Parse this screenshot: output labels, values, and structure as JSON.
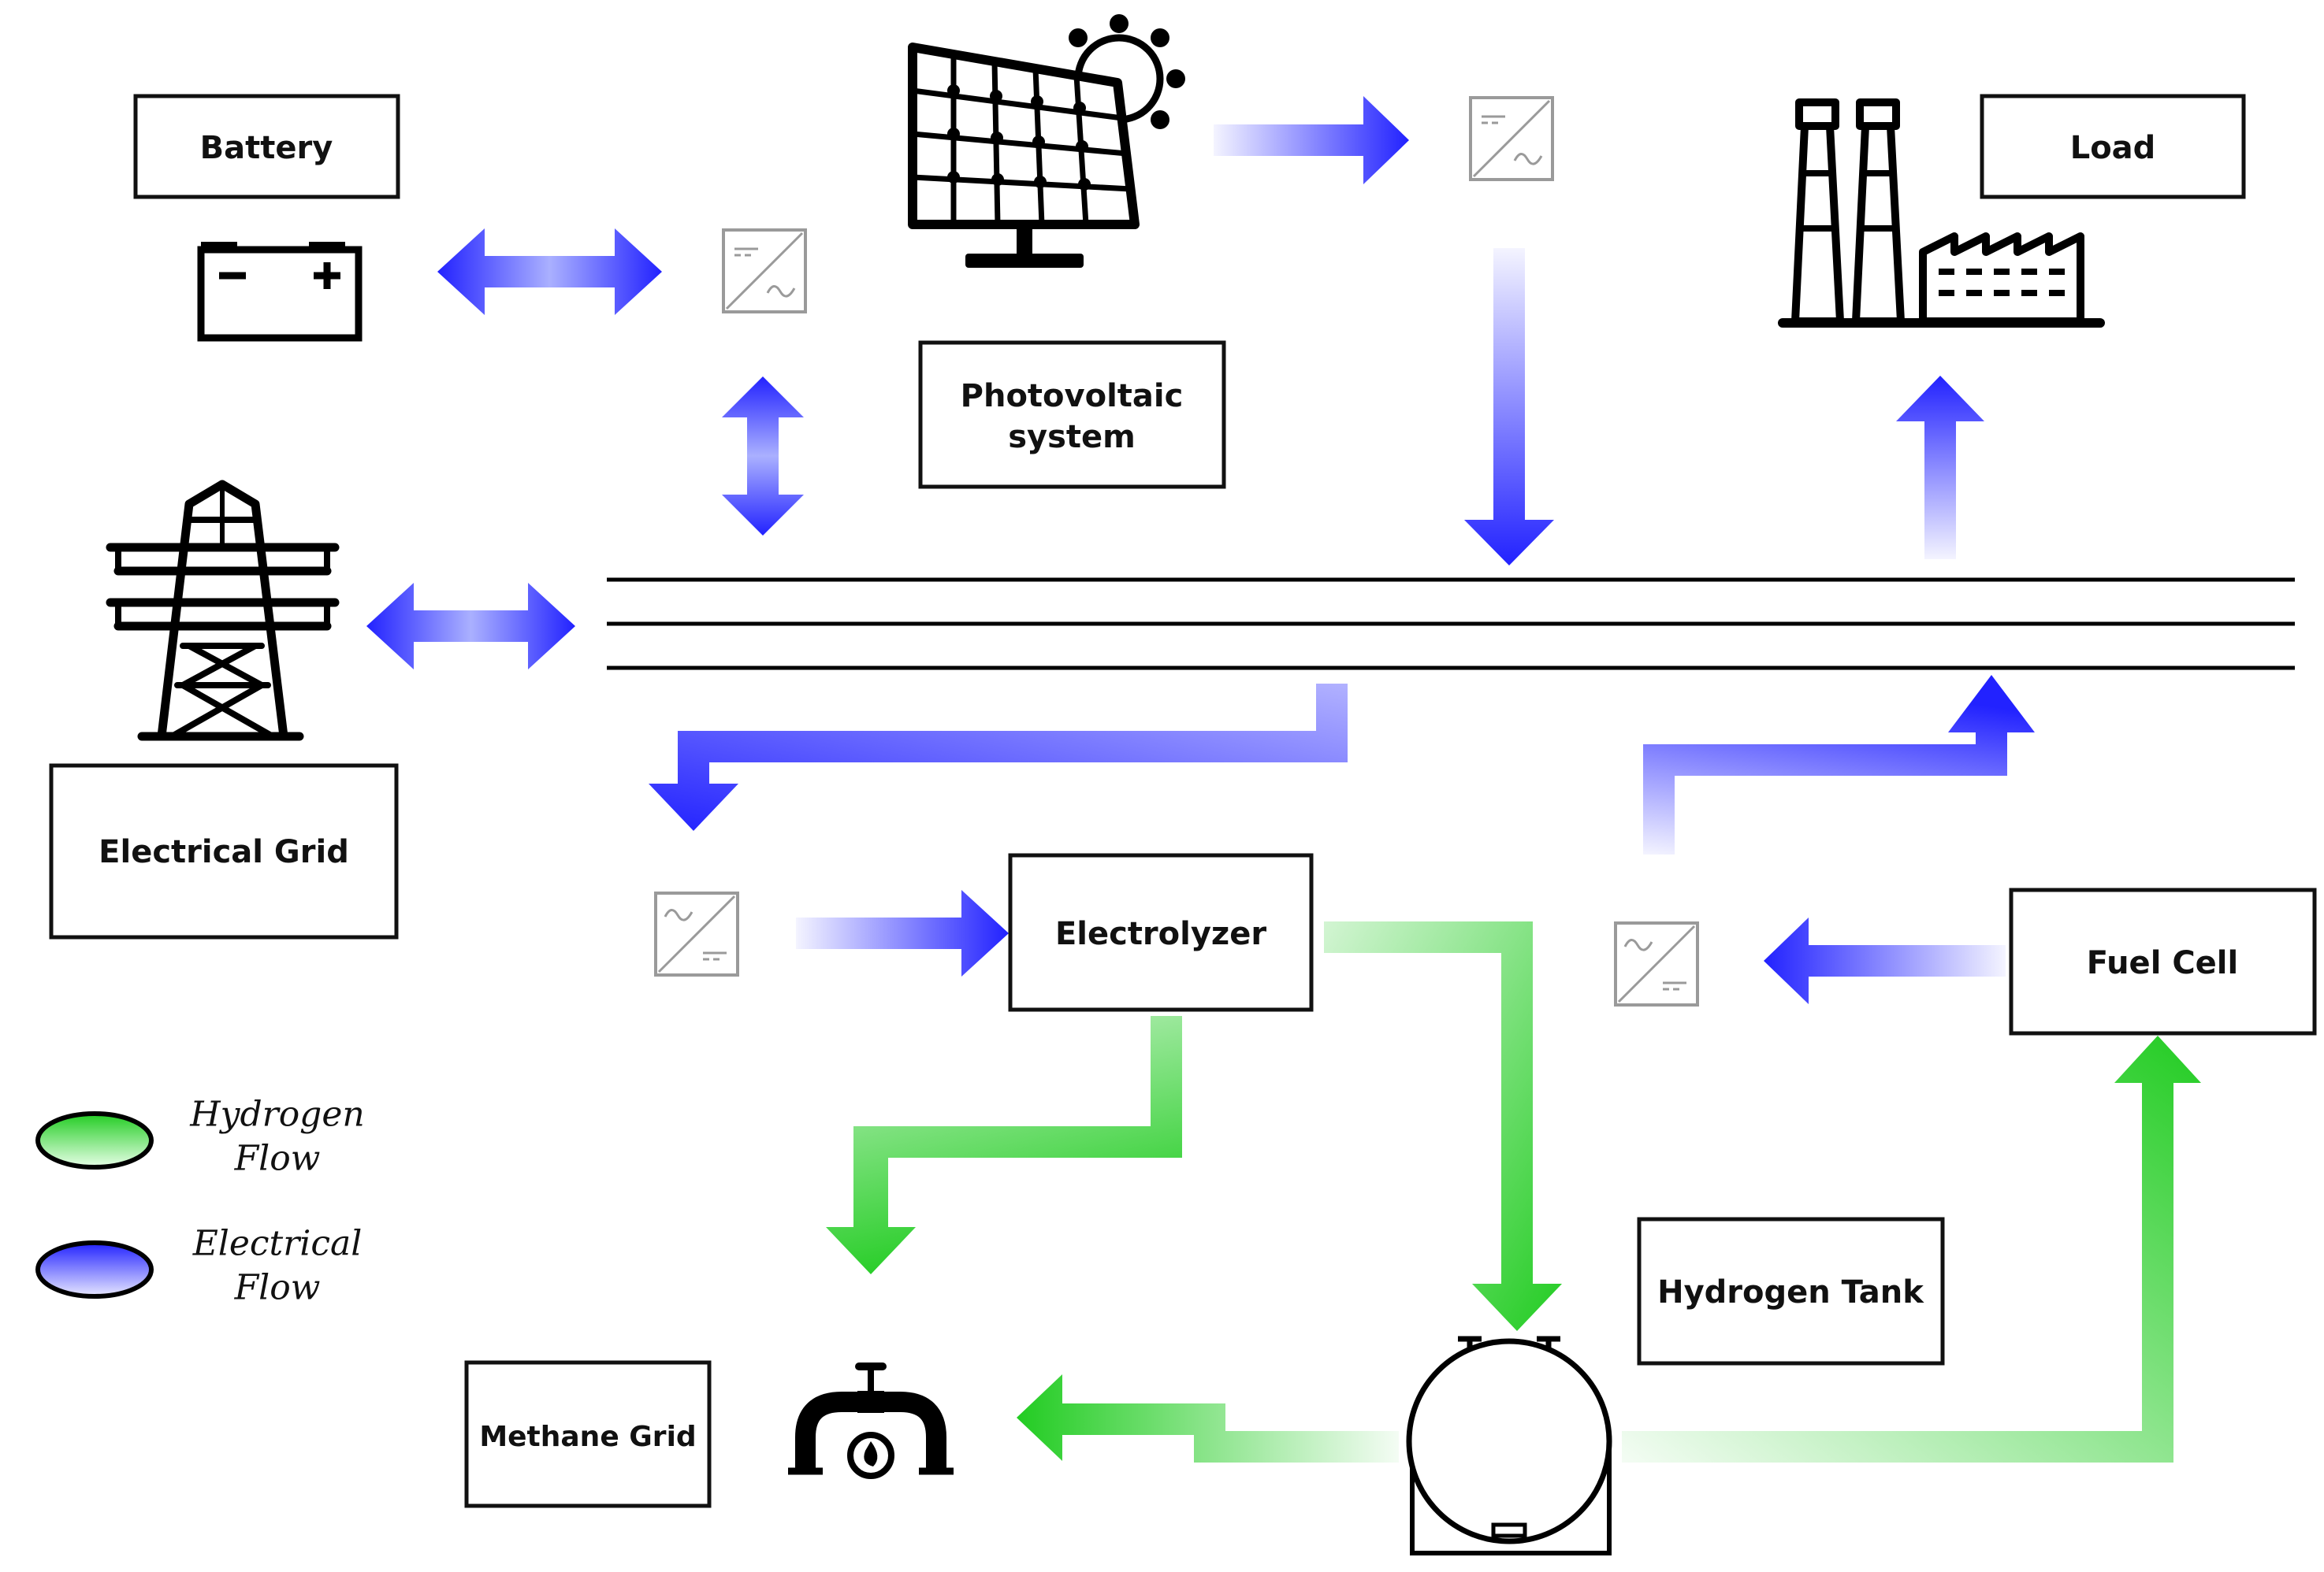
{
  "labels": {
    "battery": "Battery",
    "load": "Load",
    "pv_line1": "Photovoltaic",
    "pv_line2": "system",
    "electrical_grid": "Electrical Grid",
    "electrolyzer": "Electrolyzer",
    "fuel_cell": "Fuel Cell",
    "hydrogen_tank": "Hydrogen Tank",
    "methane_grid": "Methane Grid"
  },
  "legend": {
    "hydrogen_line1": "Hydrogen",
    "hydrogen_line2": "Flow",
    "electrical_line1": "Electrical",
    "electrical_line2": "Flow"
  },
  "colors": {
    "electrical_flow": "#2222ff",
    "hydrogen_flow": "#22cc22",
    "ink": "#000000",
    "converter": "#9a9a9a"
  },
  "icons": [
    "battery-icon",
    "solar-panel-icon",
    "sun-icon",
    "factory-icon",
    "transmission-tower-icon",
    "hydrogen-tank-icon",
    "gas-pipe-icon",
    "dc-ac-converter-icon",
    "ac-dc-converter-icon"
  ]
}
